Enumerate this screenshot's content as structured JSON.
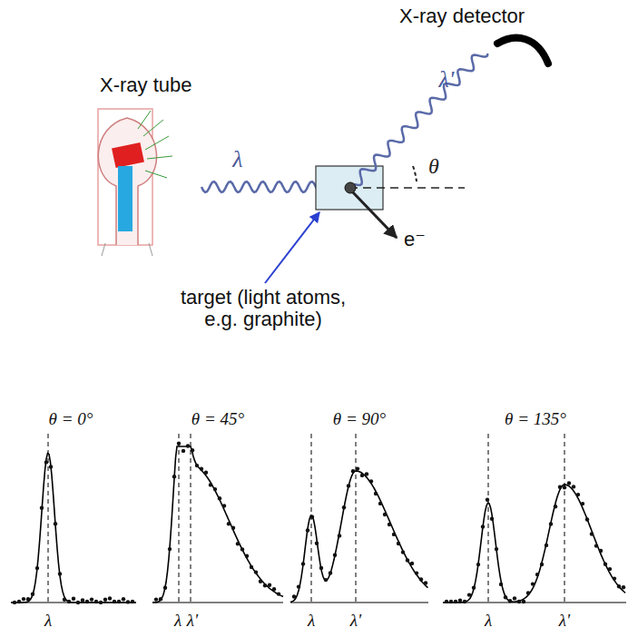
{
  "diagram": {
    "labels": [
      "X-ray detector",
      "X-ray tube",
      "λ",
      "λ'",
      "θ",
      "e⁻",
      "target (light atoms, e.g. graphite)",
      "θ = 0°",
      "λ",
      "θ = 45°",
      "λ",
      "λ'",
      "θ = 90°",
      "λ",
      "λ'",
      "θ = 135°",
      "λ",
      "λ'"
    ]
  }
}
